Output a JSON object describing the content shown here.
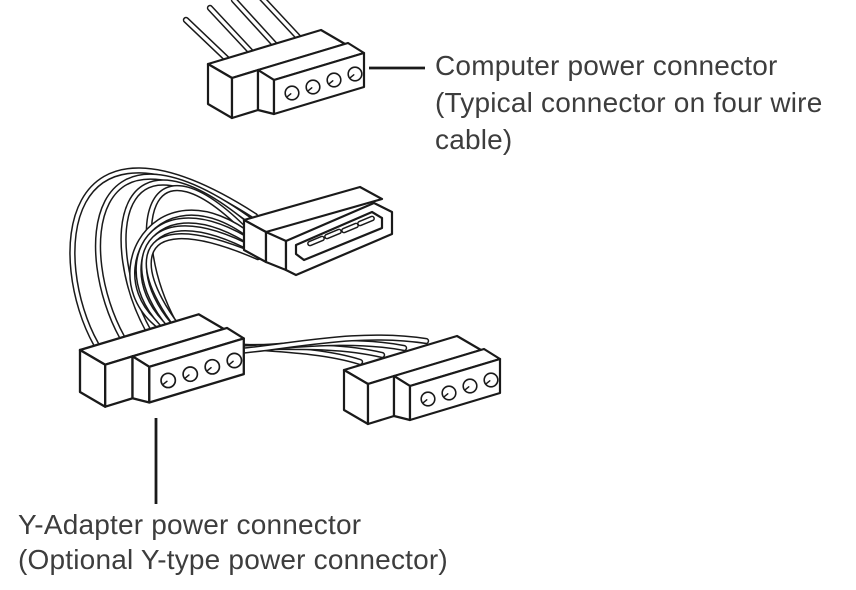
{
  "canvas": {
    "background": "#ffffff",
    "ink_color": "#1a1a1a",
    "text_color": "#3d3d3d"
  },
  "labels": {
    "computer": {
      "line1": "Computer power connector",
      "line2": "(Typical connector on four wire",
      "line3": "cable)"
    },
    "yadapter": {
      "line1": "Y-Adapter power connector",
      "line2": "(Optional Y-type power connector)"
    }
  },
  "figures": {
    "computer_connector": {
      "wire_count": 4,
      "hole_count": 4
    },
    "y_adapter": {
      "female_connector_count": 2,
      "male_pin_count": 4,
      "holes_per_female_connector": 4
    }
  }
}
